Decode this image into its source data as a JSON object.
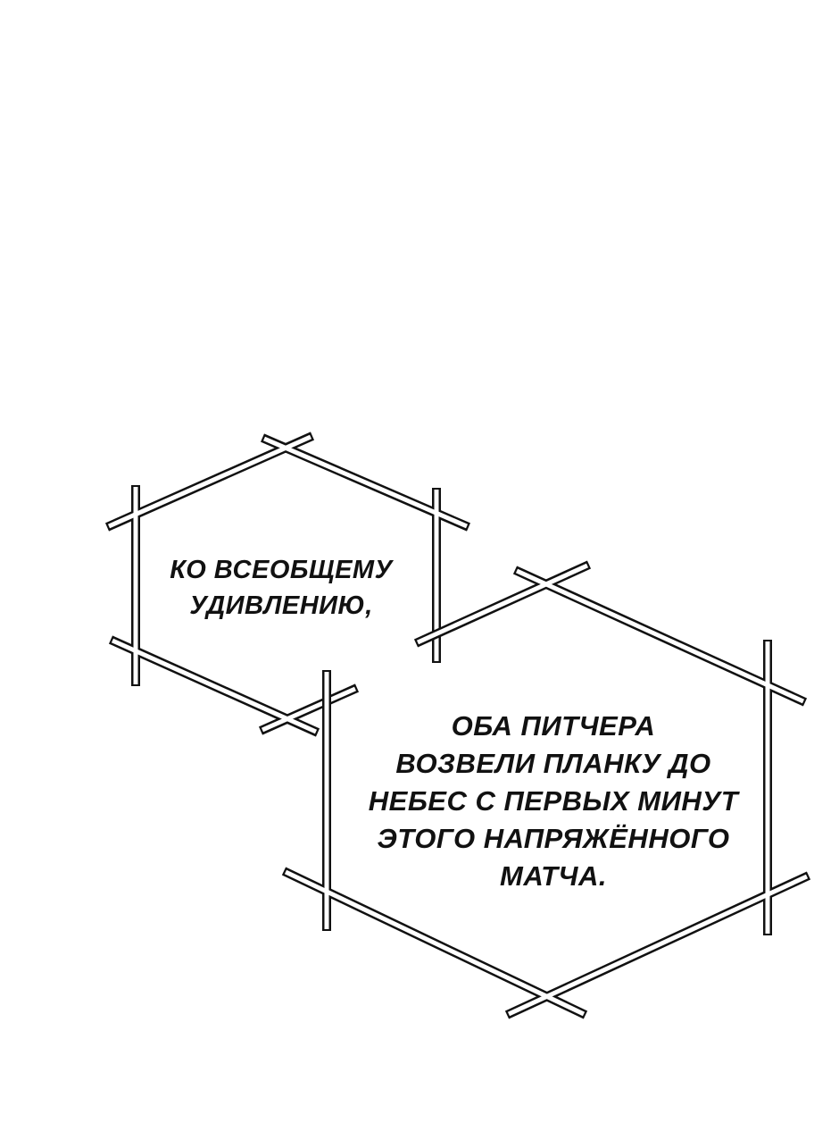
{
  "captions": [
    {
      "lines": [
        "КО ВСЕОБЩЕМУ",
        "УДИВЛЕНИЮ,"
      ]
    },
    {
      "lines": [
        "ОБА ПИТЧЕРА",
        "ВОЗВЕЛИ ПЛАНКУ ДО",
        "НЕБЕС С ПЕРВЫХ МИНУТ",
        "ЭТОГО НАПРЯЖЁННОГО",
        "МАТЧА."
      ]
    }
  ],
  "colors": {
    "ink": "#111111",
    "background": "#ffffff"
  }
}
